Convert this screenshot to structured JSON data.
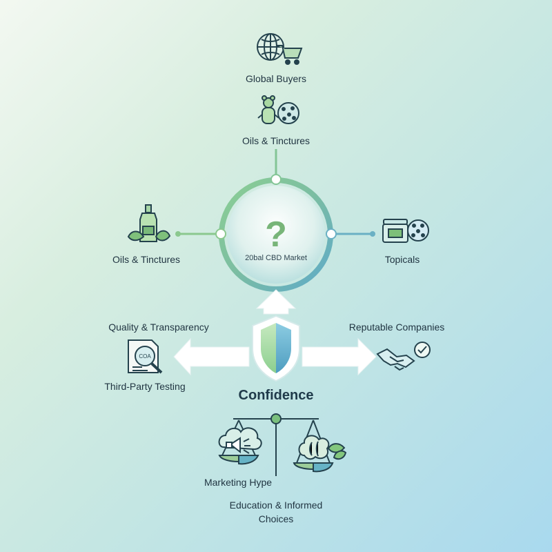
{
  "center": {
    "symbol": "?",
    "label": "20bal CBD Market"
  },
  "top_items": {
    "global_buyers": "Global Buyers",
    "oils_top": "Oils & Tinctures"
  },
  "side_items": {
    "oils_left": "Oils & Tinctures",
    "topicals": "Topicals"
  },
  "confidence_row": {
    "quality": "Quality & Transparency",
    "third_party": "Third-Party Testing",
    "coa": "COA",
    "reputable": "Reputable Companies",
    "confidence": "Confidence"
  },
  "balance": {
    "marketing": "Marketing Hype",
    "education": "Education & Informed Choices"
  },
  "colors": {
    "green": "#7cc08c",
    "blue": "#68aec9",
    "dark": "#1f3340"
  },
  "icons": {
    "global": "globe-cart-icon",
    "edibles": "gummy-bear-cookie-icon",
    "oils": "dropper-bottle-leaves-icon",
    "topicals": "jar-cookie-icon",
    "testing": "coa-document-magnifier-icon",
    "companies": "handshake-check-icon",
    "shield": "shield-icon",
    "scale": "balance-scale-icon"
  }
}
